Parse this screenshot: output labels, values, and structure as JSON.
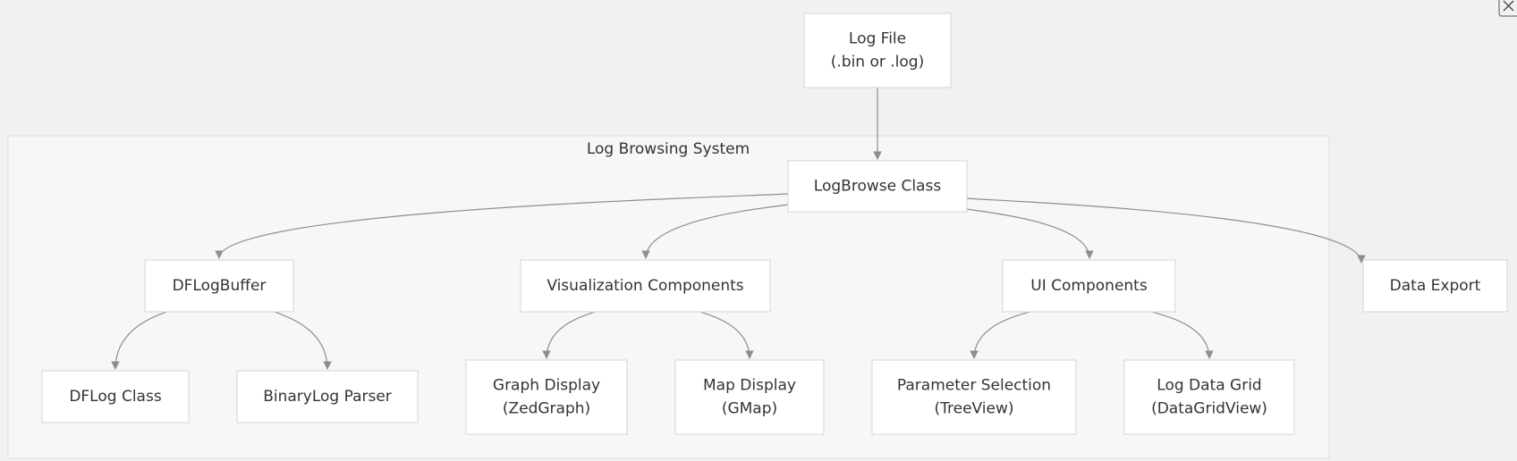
{
  "cluster": {
    "label": "Log Browsing System"
  },
  "nodes": {
    "log_file": [
      "Log File",
      "(.bin or .log)"
    ],
    "logbrowse": [
      "LogBrowse Class"
    ],
    "dflogbuffer": [
      "DFLogBuffer"
    ],
    "viz": [
      "Visualization Components"
    ],
    "ui": [
      "UI Components"
    ],
    "export": [
      "Data Export"
    ],
    "dflog": [
      "DFLog Class"
    ],
    "binarylog": [
      "BinaryLog Parser"
    ],
    "graph": [
      "Graph Display",
      "(ZedGraph)"
    ],
    "map": [
      "Map Display",
      "(GMap)"
    ],
    "param": [
      "Parameter Selection",
      "(TreeView)"
    ],
    "grid": [
      "Log Data Grid",
      "(DataGridView)"
    ]
  },
  "edges": [
    [
      "log_file",
      "logbrowse"
    ],
    [
      "logbrowse",
      "dflogbuffer"
    ],
    [
      "logbrowse",
      "viz"
    ],
    [
      "logbrowse",
      "ui"
    ],
    [
      "logbrowse",
      "export"
    ],
    [
      "dflogbuffer",
      "dflog"
    ],
    [
      "dflogbuffer",
      "binarylog"
    ],
    [
      "viz",
      "graph"
    ],
    [
      "viz",
      "map"
    ],
    [
      "ui",
      "param"
    ],
    [
      "ui",
      "grid"
    ]
  ],
  "close_icon": "close-icon"
}
